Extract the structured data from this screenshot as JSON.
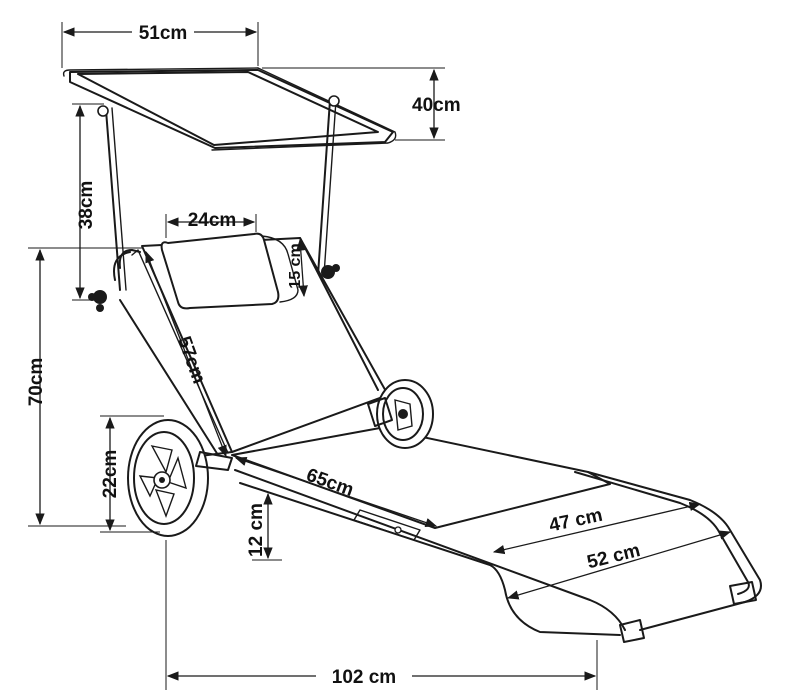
{
  "dimensions": {
    "canopy_width": "51cm",
    "canopy_height": "40cm",
    "pole_height": "38cm",
    "pillow_width": "24cm",
    "pillow_height": "15 cm",
    "backrest_length": "57cm",
    "total_height": "70cm",
    "wheel_height": "22cm",
    "seat_length": "65cm",
    "ground_clearance": "12 cm",
    "foot_width_inner": "47 cm",
    "foot_width_outer": "52 cm",
    "total_length": "102 cm"
  }
}
